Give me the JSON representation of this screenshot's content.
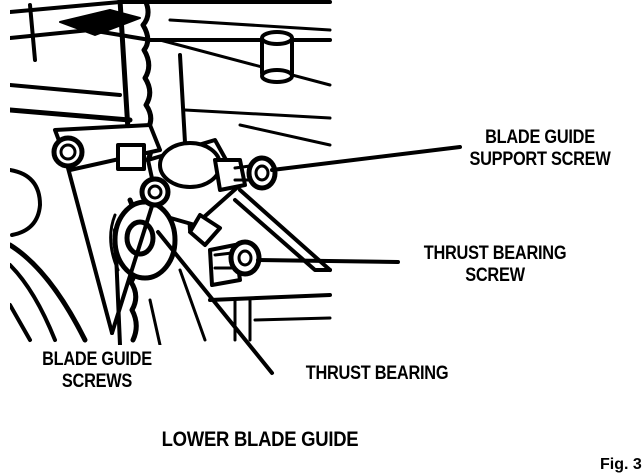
{
  "labels": {
    "blade_guide_support_screw": [
      "BLADE GUIDE",
      "SUPPORT SCREW"
    ],
    "thrust_bearing_screw": [
      "THRUST BEARING",
      "SCREW"
    ],
    "thrust_bearing": "THRUST BEARING",
    "blade_guide_screws": [
      "BLADE GUIDE",
      "SCREWS"
    ]
  },
  "caption": "LOWER BLADE GUIDE",
  "figure_number": "Fig. 3"
}
